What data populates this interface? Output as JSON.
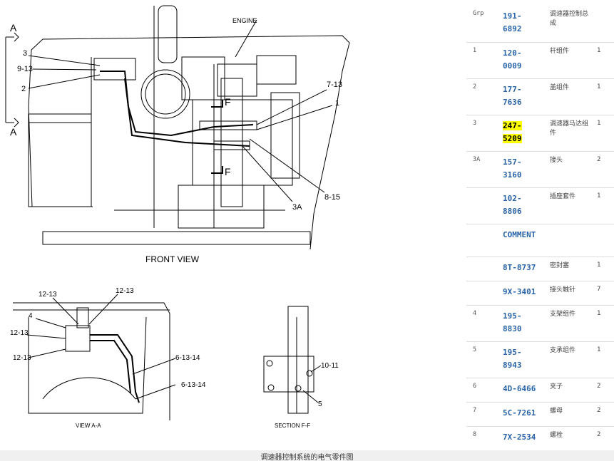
{
  "diagram": {
    "views": {
      "front": "FRONT VIEW",
      "view_aa": "VIEW A-A",
      "section_ff": "SECTION F-F"
    },
    "labels": {
      "engine": "ENGINE",
      "arrow_a_top": "A",
      "arrow_a_bottom": "A",
      "l3": "3",
      "l9_13": "9-13",
      "l2": "2",
      "l7_13": "7-13",
      "l1": "1",
      "lF1": "F",
      "lF2": "F",
      "l8_15": "8-15",
      "l3A": "3A",
      "l12_13a": "12-13",
      "l12_13b": "12-13",
      "l4": "4",
      "l12_13c": "12-13",
      "l12_13d": "12-13",
      "l6_13_14a": "6-13-14",
      "l6_13_14b": "6-13-14",
      "l10_11": "10-11",
      "l5": "5"
    }
  },
  "parts_table": {
    "rows": [
      {
        "grp": "Grp",
        "pn1": "191-",
        "pn2": "6892",
        "name": "调速器控制总成",
        "qty": "",
        "highlight": false
      },
      {
        "grp": "1",
        "pn1": "120-",
        "pn2": "0009",
        "name": "杆组件",
        "qty": "1",
        "highlight": false
      },
      {
        "grp": "2",
        "pn1": "177-",
        "pn2": "7636",
        "name": "盖组件",
        "qty": "1",
        "highlight": false
      },
      {
        "grp": "3",
        "pn1": "247-",
        "pn2": "5209",
        "name": "调速器马达组件",
        "qty": "1",
        "highlight": true
      },
      {
        "grp": "3A",
        "pn1": "157-",
        "pn2": "3160",
        "name": "接头",
        "qty": "2",
        "highlight": false
      },
      {
        "grp": "",
        "pn1": "102-",
        "pn2": "8806",
        "name": "插座套件",
        "qty": "1",
        "highlight": false
      },
      {
        "grp": "",
        "pn1": "COMMENT",
        "pn2": "",
        "name": "",
        "qty": "",
        "highlight": false
      },
      {
        "grp": "",
        "pn1": "8T-8737",
        "pn2": "",
        "name": "密封塞",
        "qty": "1",
        "highlight": false
      },
      {
        "grp": "",
        "pn1": "9X-3401",
        "pn2": "",
        "name": "接头触针",
        "qty": "7",
        "highlight": false
      },
      {
        "grp": "4",
        "pn1": "195-",
        "pn2": "8830",
        "name": "支架组件",
        "qty": "1",
        "highlight": false
      },
      {
        "grp": "5",
        "pn1": "195-",
        "pn2": "8943",
        "name": "支承组件",
        "qty": "1",
        "highlight": false
      },
      {
        "grp": "6",
        "pn1": "4D-6466",
        "pn2": "",
        "name": "夹子",
        "qty": "2",
        "highlight": false
      },
      {
        "grp": "7",
        "pn1": "5C-7261",
        "pn2": "",
        "name": "螺母",
        "qty": "2",
        "highlight": false
      },
      {
        "grp": "8",
        "pn1": "7X-2534",
        "pn2": "",
        "name": "螺栓",
        "qty": "2",
        "highlight": false
      }
    ]
  },
  "footer": {
    "caption": "调速器控制系统的电气零件图"
  }
}
